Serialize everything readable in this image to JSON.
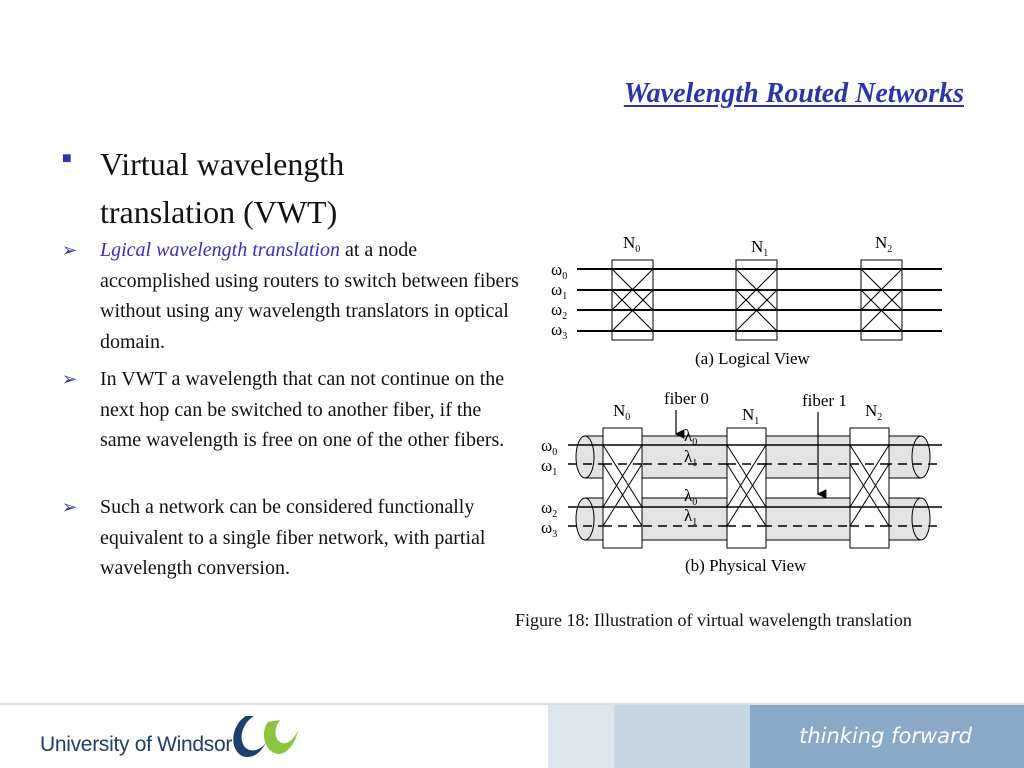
{
  "slide": {
    "title": "Wavelength Routed Networks",
    "main_bullet": "Virtual wavelength translation (VWT)",
    "sub_bullets": [
      {
        "highlight": "Lgical wavelength translation",
        "text": " at a node accomplished using routers to switch between fibers without using any wavelength translators in optical domain."
      },
      {
        "highlight": "",
        "text": "In VWT a wavelength that can not continue on the next hop can be switched to another fiber, if the same wavelength is free on one of the other fibers."
      },
      {
        "highlight": "",
        "text": "Such a network can be considered functionally equivalent to a single fiber network, with partial wavelength conversion."
      }
    ]
  },
  "figure": {
    "logical_view_label": "(a) Logical View",
    "physical_view_label": "(b) Physical View",
    "caption": "Figure 18: Illustration of  virtual wavelength translation",
    "nodes": [
      "N",
      "N",
      "N"
    ],
    "node_subs": [
      "0",
      "1",
      "2"
    ],
    "omega_subs": [
      "0",
      "1",
      "2",
      "3"
    ],
    "fiber_labels": [
      "fiber 0",
      "fiber 1"
    ],
    "lambda_subs": [
      "0",
      "1"
    ],
    "omega_symbol": "ω",
    "lambda_symbol": "λ"
  },
  "footer": {
    "university": "University of Windsor",
    "tagline": "thinking forward",
    "colors": {
      "navy": "#1f3e6b",
      "green": "#8bc53f",
      "band_light": "#dde6ee",
      "band_mid": "#c5d6e4",
      "band_dark": "#8aa9c7"
    }
  }
}
